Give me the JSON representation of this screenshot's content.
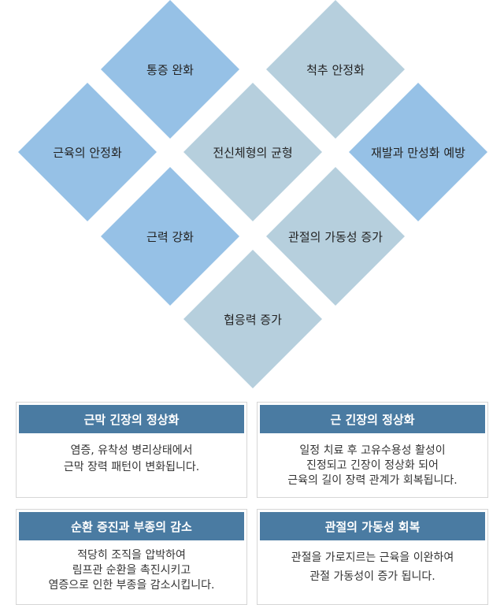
{
  "diamonds": [
    {
      "label": "통증 완화",
      "color": "#96c1e6"
    },
    {
      "label": "척추 안정화",
      "color": "#b6cfdd"
    },
    {
      "label": "근육의 안정화",
      "color": "#96c1e6"
    },
    {
      "label": "전신체형의 균형",
      "color": "#b6cfdd"
    },
    {
      "label": "재발과 만성화 예방",
      "color": "#96c1e6"
    },
    {
      "label": "근력 강화",
      "color": "#96c1e6"
    },
    {
      "label": "관절의 가동성 증가",
      "color": "#b6cfdd"
    },
    {
      "label": "협응력 증가",
      "color": "#b6cfdd"
    }
  ],
  "cards": [
    {
      "title": "근막 긴장의 정상화",
      "lines": [
        "염증, 유착성 병리상태에서",
        "근막 장력 패턴이 변화됩니다."
      ]
    },
    {
      "title": "근 긴장의 정상화",
      "lines": [
        "일정 치료 후 고유수용성 활성이",
        "진정되고 긴장이 정상화 되어",
        "근육의 길이 장력 관계가 회복됩니다."
      ]
    },
    {
      "title": "순환 증진과 부종의 감소",
      "lines": [
        "적당히 조직을 압박하여",
        "림프관 순환을 촉진시키고",
        "염증으로 인한 부종을 감소시킵니다."
      ]
    },
    {
      "title": "관절의 가동성 회복",
      "lines": [
        "관절을 가로지르는 근육을 이완하여",
        "관절 가동성이 증가 됩니다."
      ]
    }
  ],
  "colors": {
    "header": "#4a7ba2",
    "diamond_blue": "#96c1e6",
    "diamond_gray": "#b6cfdd"
  }
}
